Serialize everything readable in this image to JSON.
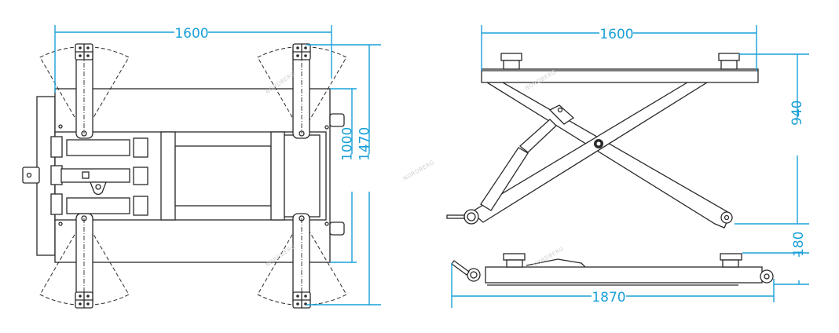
{
  "title": "Scissor lift dimensional drawing",
  "dimensions": {
    "top_width": "1600",
    "top_inner_depth": "1000",
    "top_overall_depth": "1470",
    "side_width": "1600",
    "side_raised_height": "940",
    "side_lowered_height": "180",
    "side_overall_length": "1870"
  },
  "watermark": "NORDBERG",
  "colors": {
    "dimension": "#1aa0d8",
    "drawing": "#2a2a2a"
  }
}
